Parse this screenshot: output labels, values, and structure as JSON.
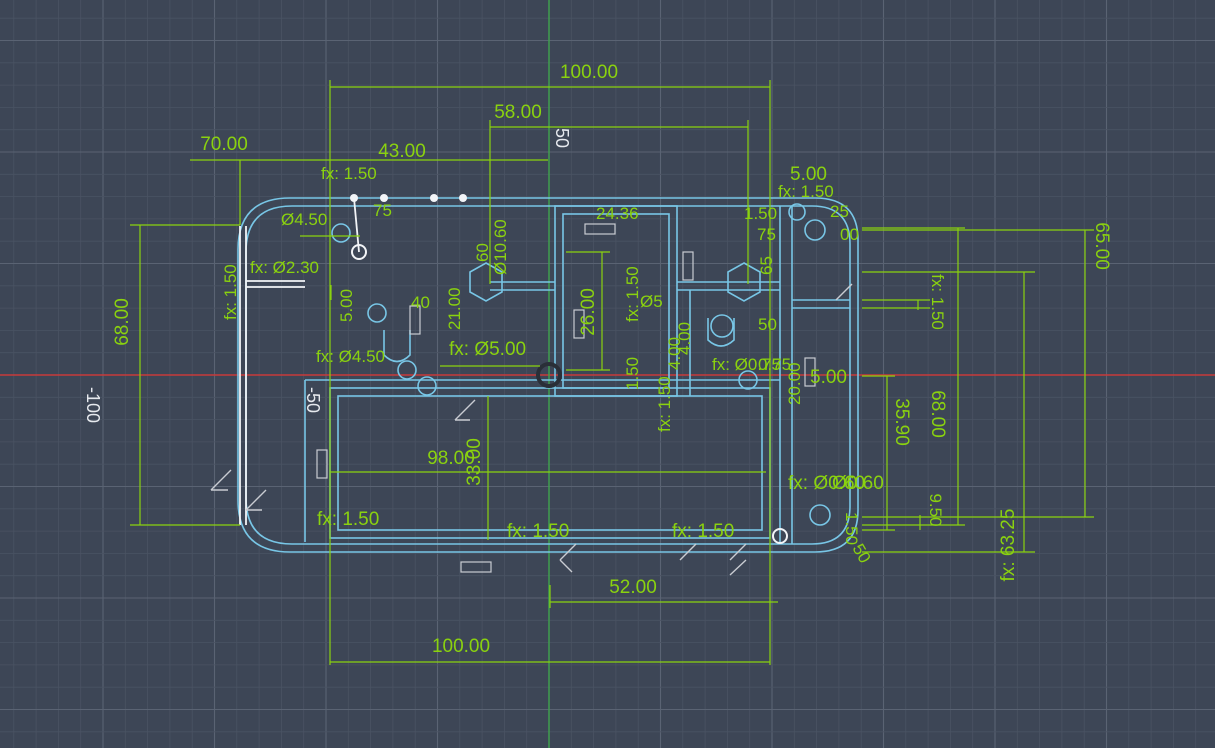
{
  "canvas": {
    "colors": {
      "background": "#3d4656",
      "grid_minor": "#4a5363",
      "grid_major": "#5a6373",
      "sketch_geometry": "#78c6e6",
      "dimension": "#8ad20f",
      "x_axis": "#c83a3a",
      "y_axis": "#3fa34d",
      "construction": "#f2f4f7"
    }
  },
  "axis_labels": {
    "y_plus": "50",
    "y_minus": "-50",
    "x_minus": "-100"
  },
  "dimensions": {
    "top_100": "100.00",
    "top_58": "58.00",
    "left_70": "70.00",
    "top_43": "43.00",
    "fx_1_50_top": "fx: 1.50",
    "dia_4_50": "Ø4.50",
    "val_75": "75",
    "fx_dia_2_30": "fx: Ø2.30",
    "fx_1_50_left": "fx: 1.50",
    "height_68_left": "68.00",
    "fx_dia_left": "fx: Ø4.50",
    "val_40": "40",
    "val_21_00": "21.00",
    "val_60": "60",
    "dia_10_60": "Ø10.60",
    "fx_dia_5_00": "fx: Ø5.00",
    "val_24_36": "24.36",
    "val_26_00": "26.00",
    "fx_1_50_mid": "fx: 1.50",
    "dia_5": "Ø5",
    "val_1_50_mid": "1.50",
    "fx_1_50_vert": "fx: 1.50",
    "val_4_00": "4.00",
    "val_1_50_right": "1.50",
    "val_75_right": "75",
    "val_65_right": "65",
    "val_50_right": "50",
    "val_0_75": "0.75",
    "val_20_00": "20.00",
    "val_5_00_right": "5.00",
    "val_5_00_top": "5.00",
    "fx_1_50_corner": "fx: 1.50",
    "val_25": "25",
    "val_00": "00",
    "height_65": "65.00",
    "fx_1_50_rvert": "fx: 1.50",
    "val_35_90": "35.90",
    "height_68_right": "68.00",
    "val_9_50": "9.50",
    "fx_63_25": "fx: 63.25",
    "fx_dia_0_60": "fx: Ø0.60",
    "val_1_50_br": "1.50",
    "val_50_br": "50",
    "width_98": "98.00",
    "val_33_00": "33.00",
    "fx_1_50_bl": "fx: 1.50",
    "fx_1_50_bm": "fx: 1.50",
    "fx_1_50_br": "fx: 1.50",
    "width_52": "52.00",
    "bottom_100": "100.00",
    "dia_60": "Ø0.60",
    "val_5_00_mid": "5.00",
    "val_4_00_mid": "4.00",
    "val_fx_dia_0_75": "fx: Ø0.75"
  }
}
